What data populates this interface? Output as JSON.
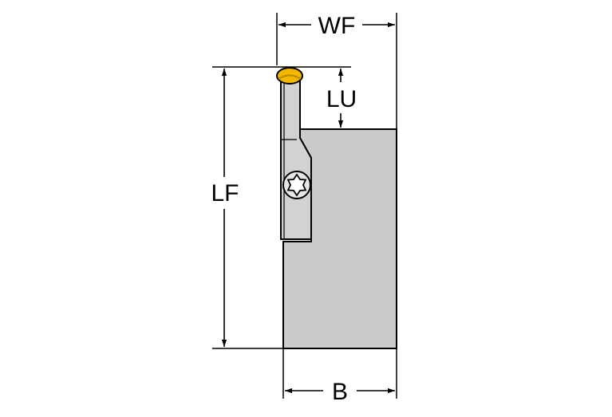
{
  "labels": {
    "wf": "WF",
    "lu": "LU",
    "lf": "LF",
    "b": "B"
  },
  "colors": {
    "body": "#cbcbcb",
    "blade": "#d2d2d2",
    "insert": "#f2b800",
    "insert_shade": "#b88a00",
    "outline": "#000000",
    "dimension": "#000000"
  }
}
